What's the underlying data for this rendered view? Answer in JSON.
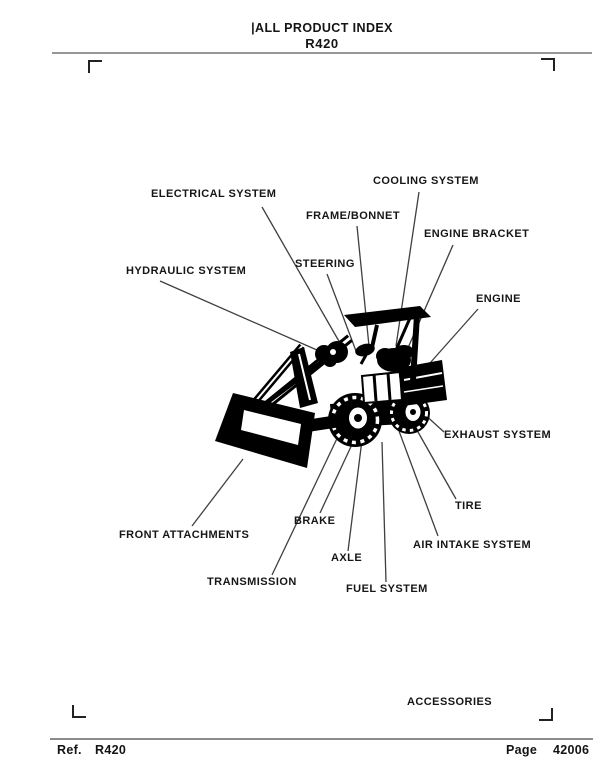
{
  "page": {
    "background": "#ffffff",
    "ink": "#000000",
    "rule_color": "#979797"
  },
  "header": {
    "title": "|ALL PRODUCT INDEX",
    "model": "R420"
  },
  "diagram": {
    "illustration_alt": "Black-and-white line drawing of a compact wheel loader, side view, with callout lines to each system",
    "labels": [
      {
        "id": "electrical-system",
        "text": "ELECTRICAL SYSTEM"
      },
      {
        "id": "cooling-system",
        "text": "COOLING SYSTEM"
      },
      {
        "id": "frame-bonnet",
        "text": "FRAME/BONNET"
      },
      {
        "id": "engine-bracket",
        "text": "ENGINE BRACKET"
      },
      {
        "id": "steering",
        "text": "STEERING"
      },
      {
        "id": "hydraulic-system",
        "text": "HYDRAULIC SYSTEM"
      },
      {
        "id": "engine",
        "text": "ENGINE"
      },
      {
        "id": "exhaust-system",
        "text": "EXHAUST SYSTEM"
      },
      {
        "id": "tire",
        "text": "TIRE"
      },
      {
        "id": "air-intake-system",
        "text": "AIR INTAKE SYSTEM"
      },
      {
        "id": "front-attachments",
        "text": "FRONT ATTACHMENTS"
      },
      {
        "id": "brake",
        "text": "BRAKE"
      },
      {
        "id": "axle",
        "text": "AXLE"
      },
      {
        "id": "transmission",
        "text": "TRANSMISSION"
      },
      {
        "id": "fuel-system",
        "text": "FUEL SYSTEM"
      },
      {
        "id": "accessories",
        "text": "ACCESSORIES"
      }
    ]
  },
  "footer": {
    "ref_label": "Ref.",
    "ref_value": "R420",
    "page_label": "Page",
    "page_value": "42006"
  }
}
